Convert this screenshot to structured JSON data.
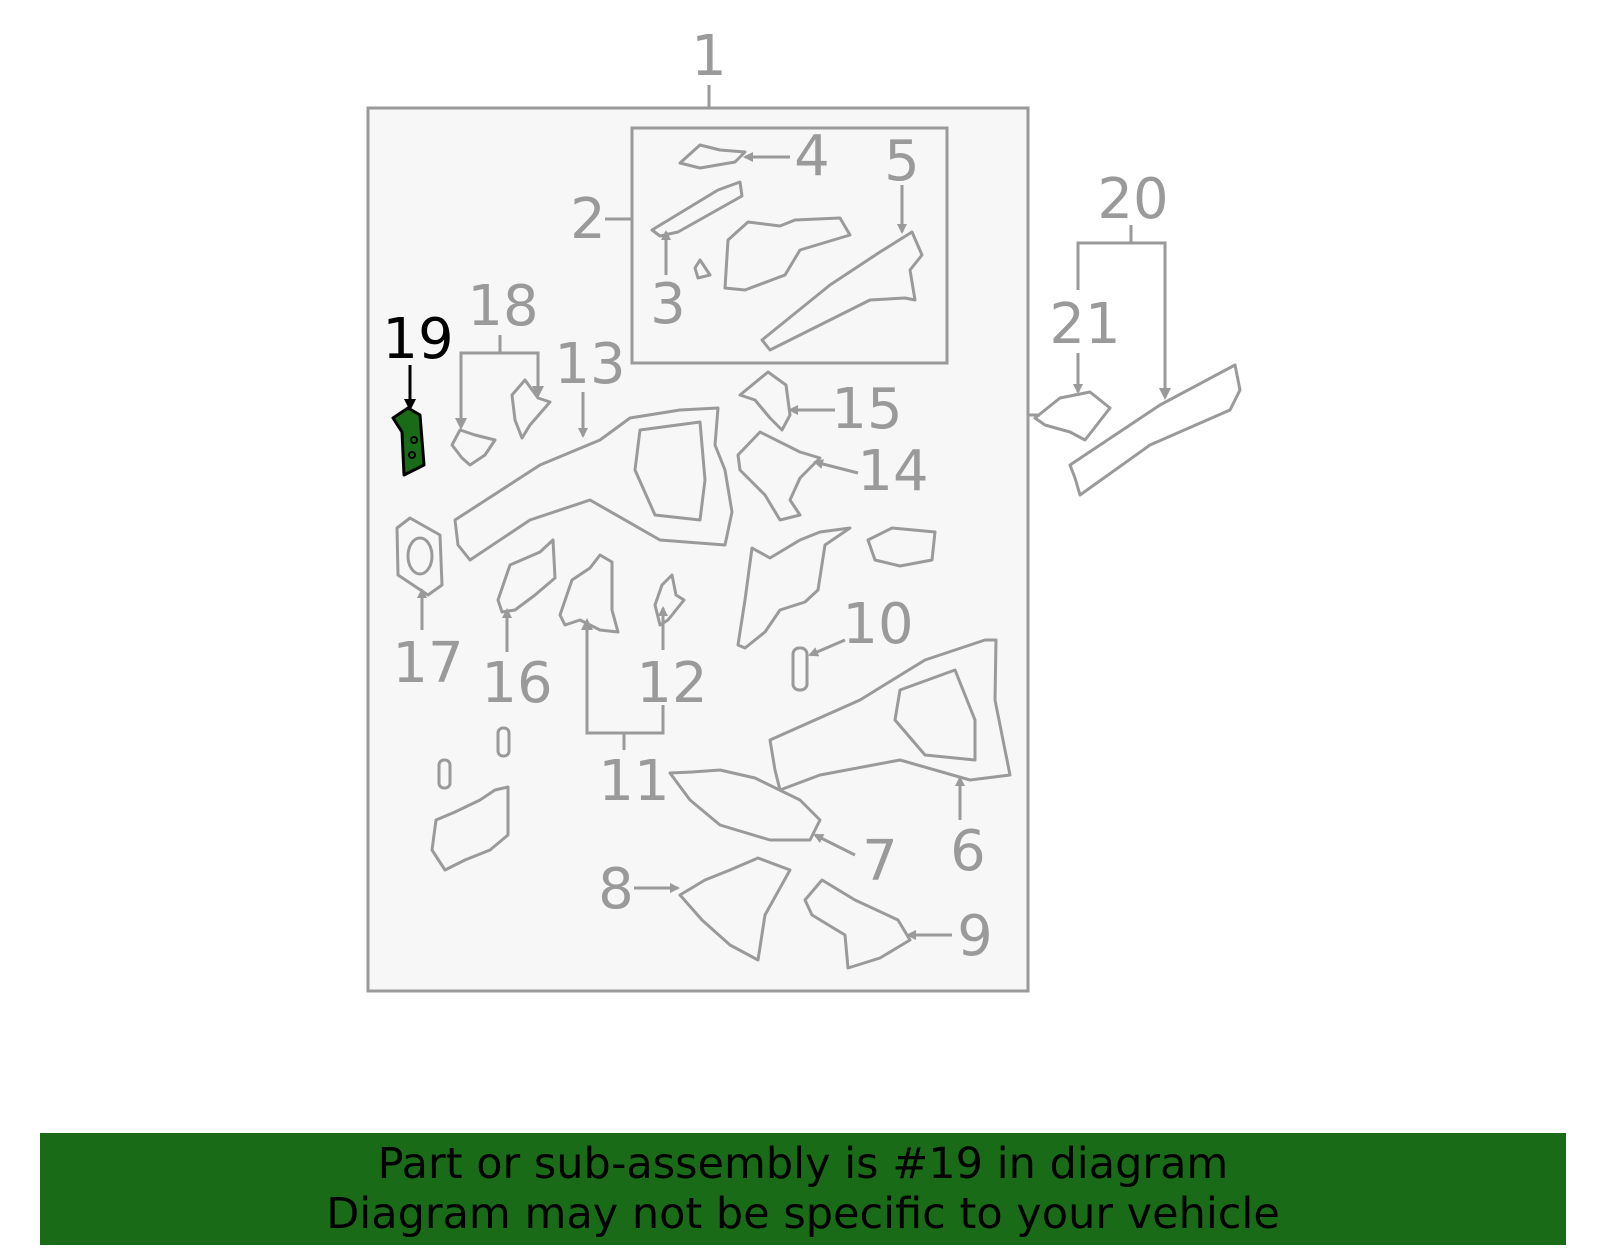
{
  "diagram": {
    "callouts": {
      "c1": "1",
      "c2": "2",
      "c3": "3",
      "c4": "4",
      "c5": "5",
      "c6": "6",
      "c7": "7",
      "c8": "8",
      "c9": "9",
      "c10": "10",
      "c11": "11",
      "c12": "12",
      "c13": "13",
      "c14": "14",
      "c15": "15",
      "c16": "16",
      "c17": "17",
      "c18": "18",
      "c19": "19",
      "c20": "20",
      "c21": "21"
    },
    "highlighted_part": "19",
    "highlight_color": "#1a6b17",
    "line_color": "#9a9a9a"
  },
  "banner": {
    "line1": "Part or sub-assembly is #19 in diagram",
    "line2": "Diagram may not be specific to your vehicle",
    "background": "#1a6b17"
  }
}
